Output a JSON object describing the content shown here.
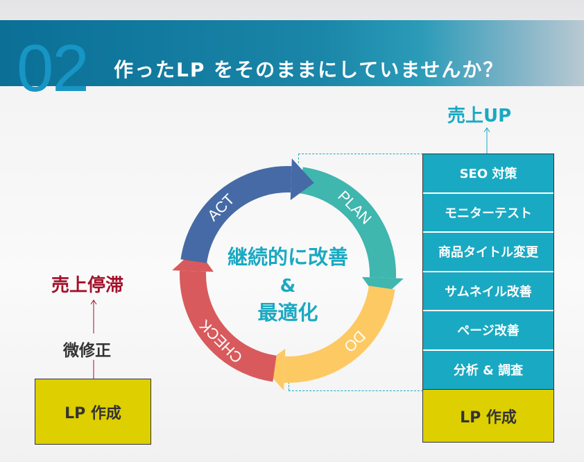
{
  "header": {
    "number": "02",
    "title": "作ったLP をそのままにしていませんか？"
  },
  "cycle": {
    "center_line1": "継続的に改善",
    "center_line2": "&",
    "center_line3": "最適化",
    "segments": [
      {
        "label": "PLAN",
        "color": "#3fb6ae"
      },
      {
        "label": "DO",
        "color": "#fdc963"
      },
      {
        "label": "CHECK",
        "color": "#d95a5c"
      },
      {
        "label": "ACT",
        "color": "#456aa6"
      }
    ]
  },
  "left": {
    "result": "売上停滞",
    "action": "微修正",
    "base": "LP 作成"
  },
  "right": {
    "result": "売上UP",
    "items": [
      "SEO 対策",
      "モニターテスト",
      "商品タイトル変更",
      "サムネイル改善",
      "ページ改善",
      "分析 & 調査"
    ],
    "base": "LP 作成"
  },
  "colors": {
    "accent": "#1aa9c2",
    "stagnation": "#a3112a",
    "base": "#ddcf00"
  }
}
